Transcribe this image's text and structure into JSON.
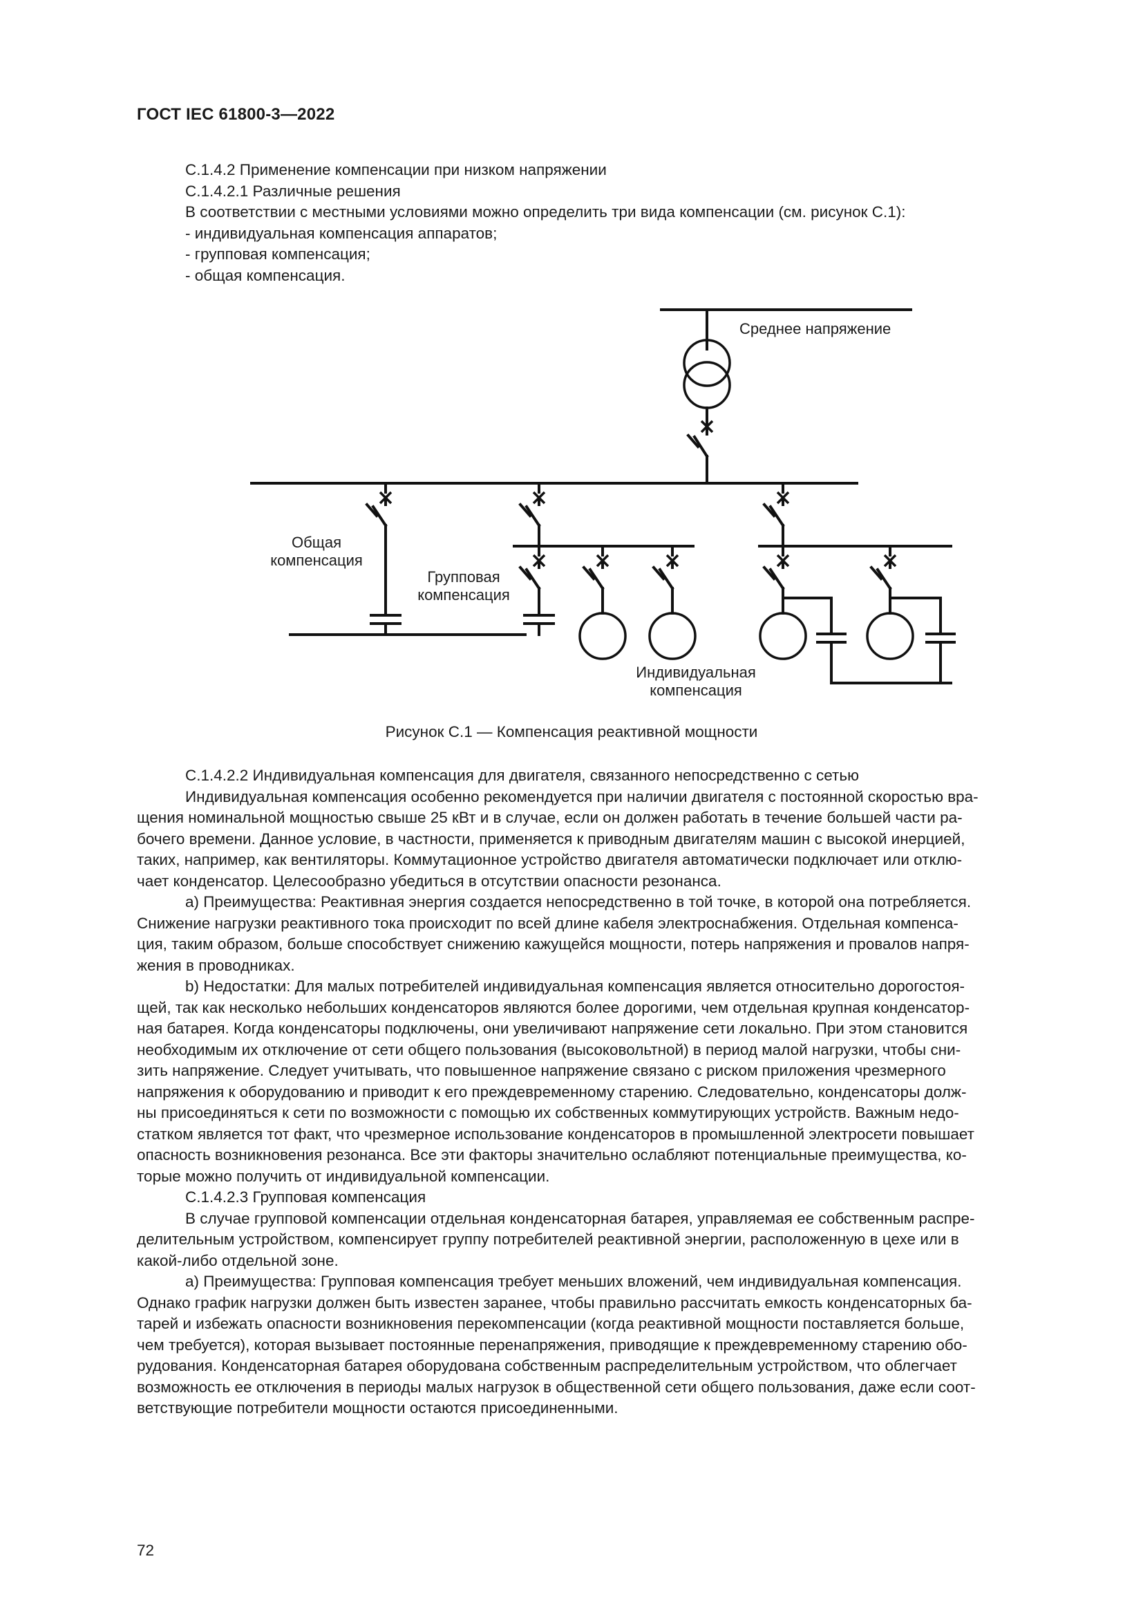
{
  "header": {
    "title": "ГОСТ IEC 61800-3—2022"
  },
  "top_lines": [
    {
      "text": "C.1.4.2 Применение компенсации при низком напряжении",
      "indent": true
    },
    {
      "text": "C.1.4.2.1 Различные решения",
      "indent": true
    },
    {
      "text": "В соответствии с местными условиями можно определить три вида компенсации (см. рисунок C.1):",
      "indent": true
    },
    {
      "text": "- индивидуальная компенсация аппаратов;",
      "indent": true
    },
    {
      "text": "- групповая компенсация;",
      "indent": true
    },
    {
      "text": "- общая компенсация.",
      "indent": true
    }
  ],
  "figure": {
    "labels": {
      "medium_voltage": "Среднее напряжение",
      "general_1": "Общая",
      "general_2": "компенсация",
      "group_1": "Групповая",
      "group_2": "компенсация",
      "individual_1": "Индивидуальная",
      "individual_2": "компенсация"
    },
    "caption": "Рисунок C.1 — Компенсация реактивной мощности"
  },
  "body_lines": [
    {
      "text": "C.1.4.2.2 Индивидуальная компенсация для двигателя, связанного непосредственно с сетью",
      "indent": true
    },
    {
      "text": "Индивидуальная компенсация особенно рекомендуется при наличии двигателя с постоянной скоростью вра-",
      "indent": true
    },
    {
      "text": "щения номинальной мощностью свыше 25 кВт и в случае, если он должен работать в течение большей части ра-",
      "indent": false
    },
    {
      "text": "бочего времени. Данное условие, в частности, применяется к приводным двигателям машин с высокой инерцией,",
      "indent": false
    },
    {
      "text": "таких, например, как вентиляторы. Коммутационное устройство двигателя автоматически подключает или отклю-",
      "indent": false
    },
    {
      "text": "чает конденсатор. Целесообразно убедиться в отсутствии опасности резонанса.",
      "indent": false
    },
    {
      "text": "a) Преимущества: Реактивная энергия создается непосредственно в той точке, в которой она потребляется.",
      "indent": true
    },
    {
      "text": "Снижение нагрузки реактивного тока происходит по всей длине кабеля электроснабжения. Отдельная компенса-",
      "indent": false
    },
    {
      "text": "ция, таким образом, больше способствует снижению кажущейся мощности, потерь напряжения и провалов напря-",
      "indent": false
    },
    {
      "text": "жения в проводниках.",
      "indent": false
    },
    {
      "text": "b) Недостатки: Для малых потребителей индивидуальная компенсация является относительно дорогостоя-",
      "indent": true
    },
    {
      "text": "щей, так как несколько небольших конденсаторов являются более дорогими, чем отдельная крупная конденсатор-",
      "indent": false
    },
    {
      "text": "ная батарея. Когда конденсаторы подключены, они увеличивают напряжение сети локально. При этом становится",
      "indent": false
    },
    {
      "text": "необходимым их отключение от сети общего пользования (высоковольтной) в период малой нагрузки, чтобы сни-",
      "indent": false
    },
    {
      "text": "зить напряжение. Следует учитывать, что повышенное напряжение связано с риском приложения чрезмерного",
      "indent": false
    },
    {
      "text": "напряжения к оборудованию и приводит к его преждевременному старению. Следовательно, конденсаторы долж-",
      "indent": false
    },
    {
      "text": "ны присоединяться к сети по возможности с помощью их собственных коммутирующих устройств. Важным недо-",
      "indent": false
    },
    {
      "text": "статком является тот факт, что чрезмерное использование конденсаторов в промышленной электросети повышает",
      "indent": false
    },
    {
      "text": "опасность возникновения резонанса. Все эти факторы значительно ослабляют потенциальные преимущества, ко-",
      "indent": false
    },
    {
      "text": "торые можно получить от индивидуальной компенсации.",
      "indent": false
    },
    {
      "text": "C.1.4.2.3 Групповая компенсация",
      "indent": true
    },
    {
      "text": "В случае групповой компенсации отдельная конденсаторная батарея, управляемая ее собственным распре-",
      "indent": true
    },
    {
      "text": "делительным устройством, компенсирует группу потребителей реактивной энергии, расположенную в цехе или в",
      "indent": false
    },
    {
      "text": "какой-либо отдельной зоне.",
      "indent": false
    },
    {
      "text": "a) Преимущества: Групповая компенсация требует меньших вложений, чем индивидуальная компенсация.",
      "indent": true
    },
    {
      "text": "Однако график нагрузки должен быть известен заранее, чтобы правильно рассчитать емкость конденсаторных ба-",
      "indent": false
    },
    {
      "text": "тарей и избежать опасности возникновения перекомпенсации (когда реактивной мощности поставляется больше,",
      "indent": false
    },
    {
      "text": "чем требуется), которая вызывает постоянные перенапряжения, приводящие к преждевременному старению обо-",
      "indent": false
    },
    {
      "text": "рудования. Конденсаторная батарея оборудована собственным распределительным устройством, что облегчает",
      "indent": false
    },
    {
      "text": "возможность ее отключения в периоды малых нагрузок в общественной сети общего пользования, даже если соот-",
      "indent": false
    },
    {
      "text": "ветствующие потребители мощности остаются присоединенными.",
      "indent": false
    }
  ],
  "footer": {
    "page_number": "72"
  }
}
